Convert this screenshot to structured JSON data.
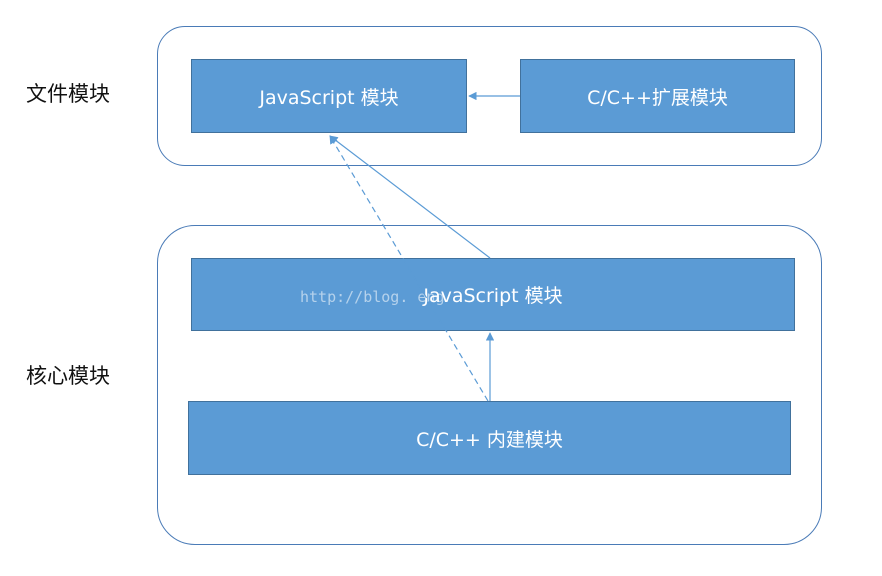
{
  "labels": {
    "file_module": "文件模块",
    "core_module": "核心模块"
  },
  "boxes": {
    "js_file": "JavaScript 模块",
    "cpp_ext": "C/C++扩展模块",
    "js_core": "JavaScript 模块",
    "cpp_builtin": "C/C++ 内建模块"
  },
  "watermark": "http://blog.                 eng",
  "colors": {
    "box_fill": "#5b9bd5",
    "box_border": "#41719c",
    "group_border": "#4a7bb7",
    "arrow": "#5b9bd5"
  }
}
